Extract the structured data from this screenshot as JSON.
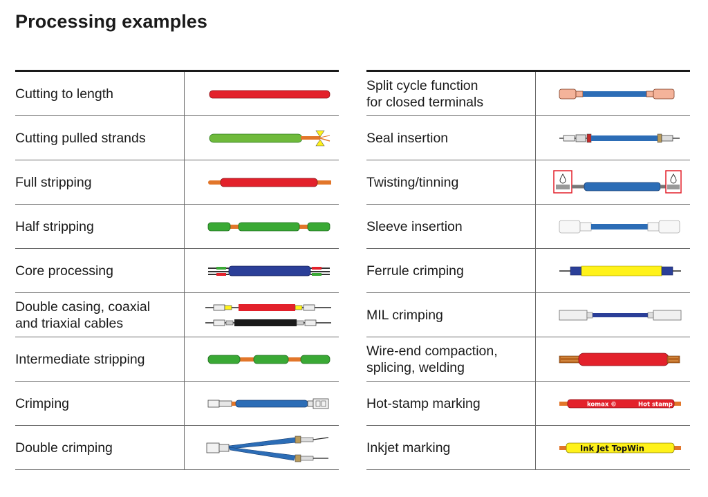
{
  "title": "Processing examples",
  "left": [
    {
      "label": "Cutting to length",
      "icon": "red-cable-icon"
    },
    {
      "label": "Cutting pulled strands",
      "icon": "green-cable-pulled-strands-icon"
    },
    {
      "label": "Full stripping",
      "icon": "red-cable-full-stripped-icon"
    },
    {
      "label": "Half stripping",
      "icon": "green-cable-half-stripped-icon"
    },
    {
      "label": "Core processing",
      "icon": "blue-cable-cores-icon"
    },
    {
      "label": "Double casing, coaxial\nand triaxial cables",
      "icon": "coaxial-cables-icon"
    },
    {
      "label": "Intermediate stripping",
      "icon": "green-cable-intermediate-stripped-icon"
    },
    {
      "label": "Crimping",
      "icon": "blue-cable-crimped-icon"
    },
    {
      "label": "Double crimping",
      "icon": "double-crimp-cable-icon"
    }
  ],
  "right": [
    {
      "label": "Split cycle function\nfor closed terminals",
      "icon": "closed-terminals-cable-icon"
    },
    {
      "label": "Seal insertion",
      "icon": "seal-insertion-cable-icon"
    },
    {
      "label": "Twisting/tinning",
      "icon": "twisted-tinned-cable-icon"
    },
    {
      "label": "Sleeve insertion",
      "icon": "sleeve-insertion-cable-icon"
    },
    {
      "label": "Ferrule crimping",
      "icon": "ferrule-crimped-cable-icon"
    },
    {
      "label": "MIL crimping",
      "icon": "mil-crimped-cable-icon"
    },
    {
      "label": "Wire-end compaction,\nsplicing, welding",
      "icon": "compacted-wire-end-icon"
    },
    {
      "label": "Hot-stamp marking",
      "icon": "hot-stamp-marked-cable-icon"
    },
    {
      "label": "Inkjet marking",
      "icon": "inkjet-marked-cable-icon"
    }
  ],
  "hot_stamp": {
    "brand": "komax ©",
    "text": "Hot stamp"
  },
  "inkjet": {
    "text": "Ink Jet TopWin"
  },
  "colors": {
    "red": "#e3212b",
    "green": "#3aa935",
    "lightgreen": "#6fba3b",
    "orange": "#e2762a",
    "blue": "#2c6db6",
    "darkblue": "#2b3f98",
    "yellow": "#fff21a",
    "black": "#1a1a1a"
  }
}
